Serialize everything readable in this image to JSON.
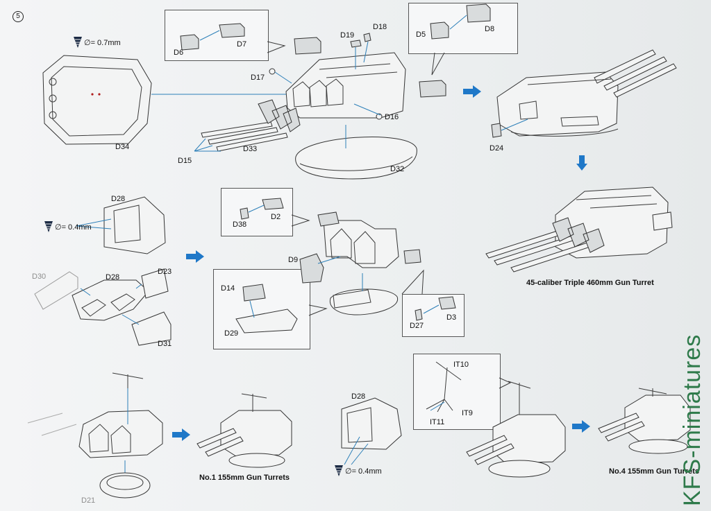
{
  "step_number": "5",
  "colors": {
    "arrow": "#1f78c8",
    "leader": "#2c7fb8",
    "watermark": "#2e7a4a"
  },
  "icons": [
    "drill-bit-icon",
    "arrow-right-icon",
    "arrow-down-icon"
  ],
  "drill": {
    "d07": "∅= 0.7mm",
    "d04a": "∅= 0.4mm",
    "d04b": "∅= 0.4mm"
  },
  "labels": {
    "D34": "D34",
    "D6": "D6",
    "D7": "D7",
    "D19": "D19",
    "D18": "D18",
    "D17": "D17",
    "D16": "D16",
    "D15": "D15",
    "D33": "D33",
    "D32": "D32",
    "D5": "D5",
    "D8": "D8",
    "D24": "D24",
    "D28a": "D28",
    "D38": "D38",
    "D2": "D2",
    "D9": "D9",
    "D30": "D30",
    "D28b": "D28",
    "D23": "D23",
    "D31": "D31",
    "D14": "D14",
    "D29": "D29",
    "D27": "D27",
    "D3": "D3",
    "D21": "D21",
    "D28c": "D28",
    "IT10": "IT10",
    "IT11": "IT11",
    "IT9": "IT9"
  },
  "captions": {
    "main_turret": "45-caliber Triple 460mm Gun Turret",
    "no1": "No.1 155mm Gun Turrets",
    "no4": "No.4 155mm Gun Turrets"
  },
  "watermark": "KFS-miniatures"
}
